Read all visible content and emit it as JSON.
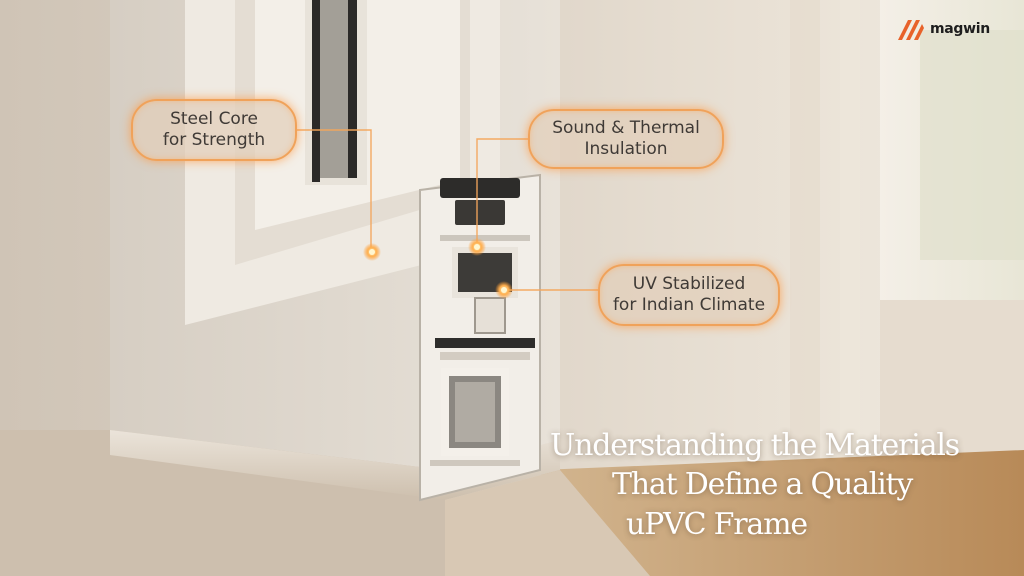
{
  "callouts": {
    "steel_core": {
      "line1": "Steel Core",
      "line2": "for Strength"
    },
    "sound_thermal": {
      "line1": "Sound & Thermal",
      "line2": "Insulation"
    },
    "uv_stabilized": {
      "line1": "UV Stabilized",
      "line2": "for Indian Climate"
    }
  },
  "headline": {
    "line1": "Understanding the Materials",
    "line2": "That Define a Quality",
    "line3": "uPVC Frame"
  },
  "brand": {
    "name": "magwin",
    "color": "#e8622a"
  },
  "colors": {
    "glow": "#f0a25a",
    "wall": "#d9cfc2",
    "frame": "#e7e1d8",
    "floor": "#c79a66"
  }
}
